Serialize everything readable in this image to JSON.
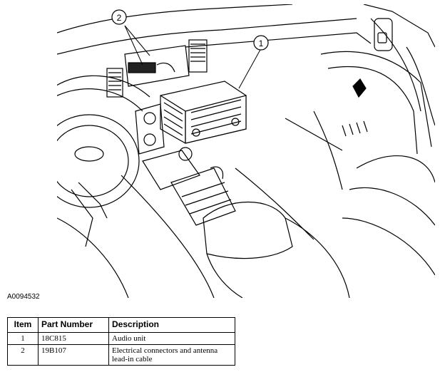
{
  "figure": {
    "id_label": "A0094532",
    "callouts": [
      "1",
      "2"
    ]
  },
  "table": {
    "headers": [
      "Item",
      "Part Number",
      "Description"
    ],
    "rows": [
      {
        "item": "1",
        "part_number": "18C815",
        "description": "Audio unit"
      },
      {
        "item": "2",
        "part_number": "19B107",
        "description": "Electrical connectors and antenna lead-in cable"
      }
    ]
  }
}
